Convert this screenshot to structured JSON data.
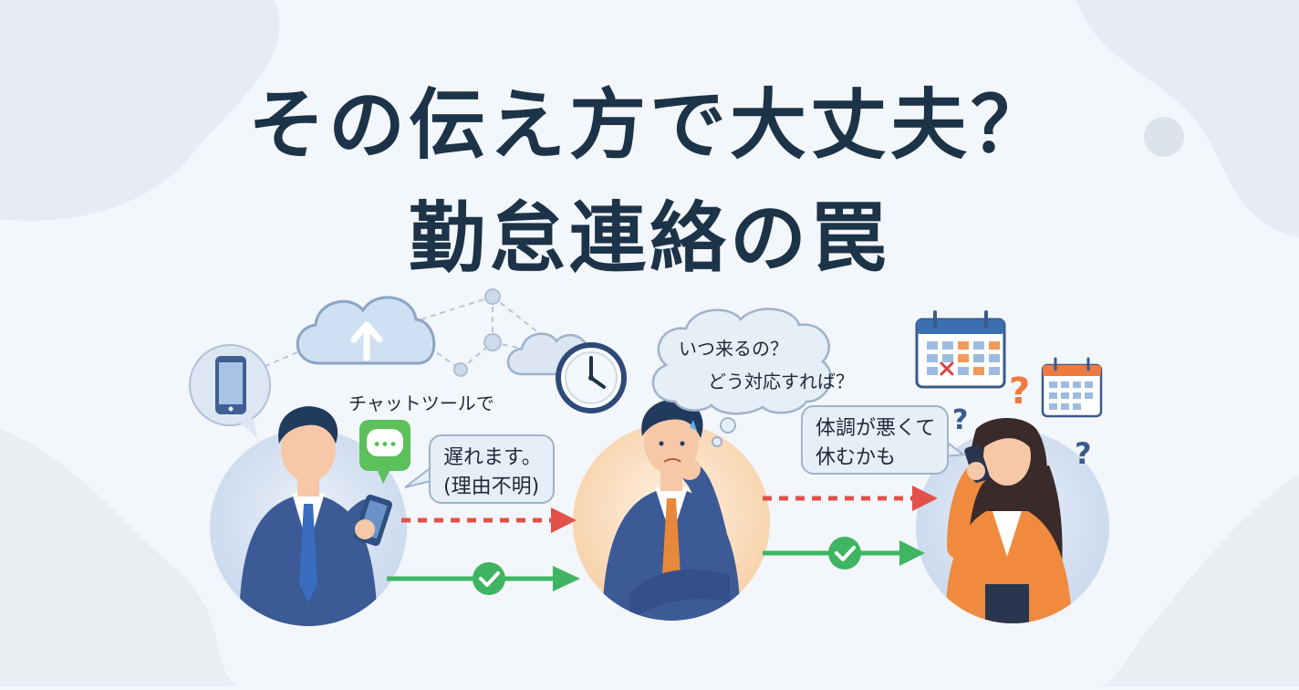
{
  "title": {
    "line1": "その伝え方で大丈夫？",
    "line2": "勤怠連絡の罠"
  },
  "scene": {
    "sender_caption": "チャットツールで",
    "sender_message": {
      "line1": "遅れます。",
      "line2": "(理由不明)"
    },
    "manager_thought": {
      "line1": "いつ来るの？",
      "line2": "どう対応すれば？"
    },
    "caller_message": {
      "line1": "体調が悪くて",
      "line2": "休むかも"
    },
    "chat_icon_glyph": "•••",
    "question_mark": "?"
  },
  "colors": {
    "title": "#1c3348",
    "warning_arrow": "#e2504a",
    "ok_arrow": "#3fb562",
    "suit_blue": "#3c5a96",
    "tie_orange": "#e8883a",
    "jacket_orange": "#ef8a3e",
    "bubble_fill": "#e6eef8",
    "bubble_border": "#9fb3ca",
    "chat_green": "#5cc05c"
  },
  "icons": [
    "smartphone-icon",
    "cloud-upload-icon",
    "cloud-icon",
    "clock-icon",
    "chat-app-icon",
    "calendar-icon",
    "check-icon",
    "question-mark-icon"
  ]
}
